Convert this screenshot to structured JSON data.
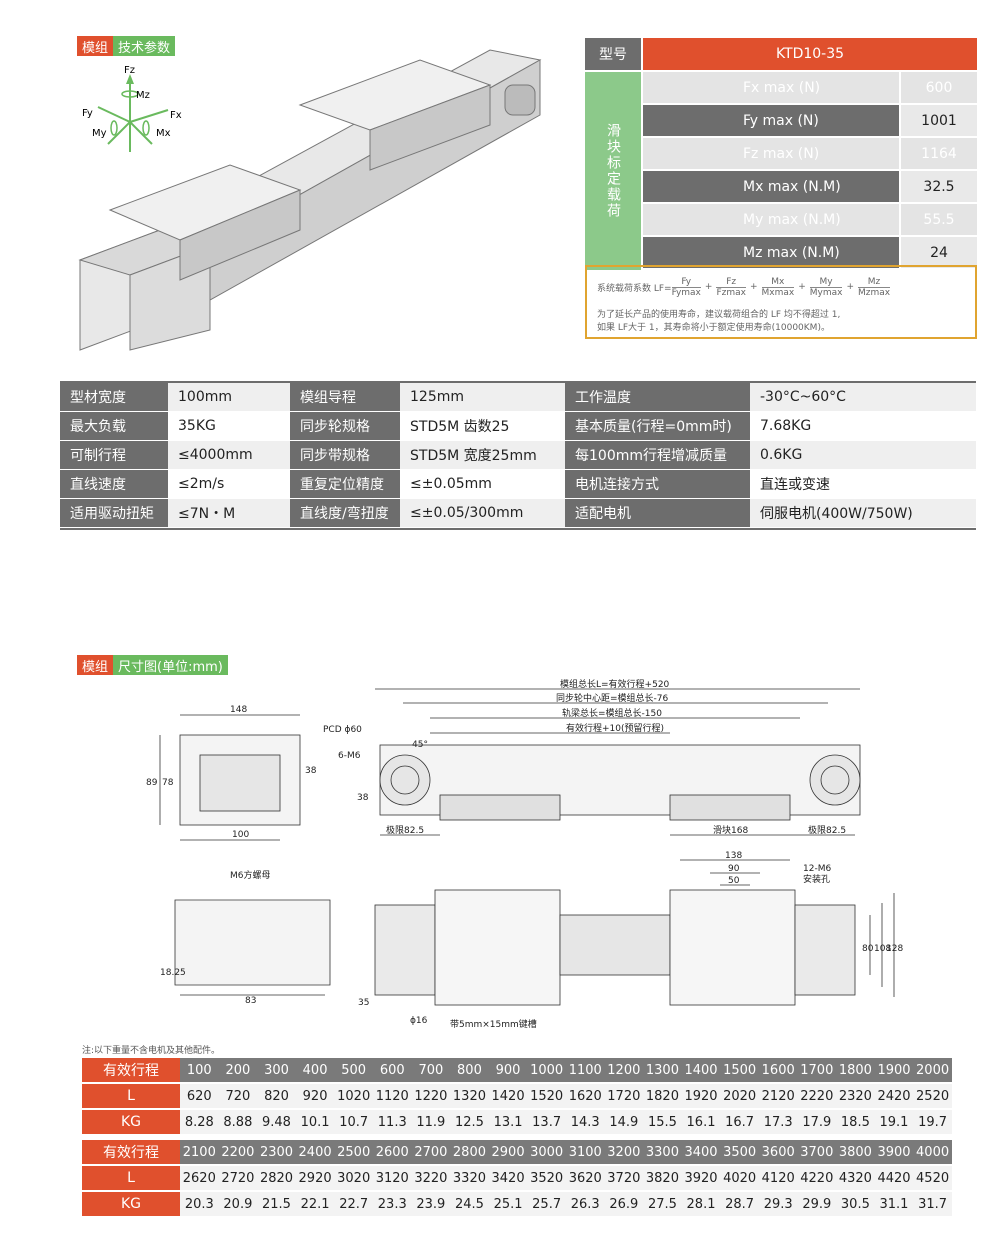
{
  "tag1": {
    "a": "模组",
    "b": "技术参数"
  },
  "tag2": {
    "a": "模组",
    "b": "尺寸图(单位:mm)"
  },
  "axes": {
    "fz": "Fz",
    "mz": "Mz",
    "fy": "Fy",
    "fx": "Fx",
    "my": "My",
    "mx": "Mx"
  },
  "load": {
    "model_label": "型号",
    "model": "KTD10-35",
    "side": "滑块标定载荷",
    "rows": [
      {
        "p": "Fx max (N)",
        "v": "600"
      },
      {
        "p": "Fy max (N)",
        "v": "1001"
      },
      {
        "p": "Fz max (N)",
        "v": "1164"
      },
      {
        "p": "Mx max (N.M)",
        "v": "32.5"
      },
      {
        "p": "My max (N.M)",
        "v": "55.5"
      },
      {
        "p": "Mz max (N.M)",
        "v": "24"
      }
    ]
  },
  "formula": {
    "label": "系统载荷系数 LF=",
    "terms": [
      [
        "Fy",
        "Fymax"
      ],
      [
        "Fz",
        "Fzmax"
      ],
      [
        "Mx",
        "Mxmax"
      ],
      [
        "My",
        "Mymax"
      ],
      [
        "Mz",
        "Mzmax"
      ]
    ],
    "note1": "为了延长产品的使用寿命，建议载荷组合的 LF 均不得超过 1,",
    "note2": "如果 LF大于 1，其寿命将小于额定使用寿命(10000KM)。"
  },
  "spec": [
    [
      "型材宽度",
      "100mm",
      "模组导程",
      "125mm",
      "工作温度",
      "-30°C~60°C"
    ],
    [
      "最大负载",
      "35KG",
      "同步轮规格",
      "STD5M 齿数25",
      "基本质量(行程=0mm时)",
      "7.68KG"
    ],
    [
      "可制行程",
      "≤4000mm",
      "同步带规格",
      "STD5M 宽度25mm",
      "每100mm行程增减质量",
      "0.6KG"
    ],
    [
      "直线速度",
      "≤2m/s",
      "重复定位精度",
      "≤±0.05mm",
      "电机连接方式",
      "直连或变速"
    ],
    [
      "适用驱动扭矩",
      "≤7N・M",
      "直线度/弯扭度",
      "≤±0.05/300mm",
      "适配电机",
      "伺服电机(400W/750W)"
    ]
  ],
  "dims": {
    "total": "模组总长L=有效行程+520",
    "pulley": "同步轮中心距=模组总长-76",
    "rail": "轨梁总长=模组总长-150",
    "stroke": "有效行程+10(预留行程)",
    "pcd": "PCD ϕ60",
    "m6": "6-M6",
    "deg": "45°",
    "d148": "148",
    "d89": "89",
    "d78": "78",
    "d38a": "38",
    "d100": "100",
    "d38b": "38",
    "lim1": "极限82.5",
    "slider": "滑块168",
    "lim2": "极限82.5",
    "nut": "M6方螺母",
    "d1825": "18.25",
    "d83": "83",
    "d138": "138",
    "d90": "90",
    "d50": "50",
    "holes": "12-M6",
    "holes2": "安装孔",
    "d80": "80",
    "d108": "108",
    "d128": "128",
    "d35": "35",
    "d16": "ϕ16",
    "key": "带5mm×15mm键槽"
  },
  "note": "注:以下重量不含电机及其他配件。",
  "table1": {
    "labels": [
      "有效行程",
      "L",
      "KG"
    ],
    "stroke": [
      "100",
      "200",
      "300",
      "400",
      "500",
      "600",
      "700",
      "800",
      "900",
      "1000",
      "1100",
      "1200",
      "1300",
      "1400",
      "1500",
      "1600",
      "1700",
      "1800",
      "1900",
      "2000"
    ],
    "L": [
      "620",
      "720",
      "820",
      "920",
      "1020",
      "1120",
      "1220",
      "1320",
      "1420",
      "1520",
      "1620",
      "1720",
      "1820",
      "1920",
      "2020",
      "2120",
      "2220",
      "2320",
      "2420",
      "2520"
    ],
    "KG": [
      "8.28",
      "8.88",
      "9.48",
      "10.1",
      "10.7",
      "11.3",
      "11.9",
      "12.5",
      "13.1",
      "13.7",
      "14.3",
      "14.9",
      "15.5",
      "16.1",
      "16.7",
      "17.3",
      "17.9",
      "18.5",
      "19.1",
      "19.7"
    ]
  },
  "table2": {
    "stroke": [
      "2100",
      "2200",
      "2300",
      "2400",
      "2500",
      "2600",
      "2700",
      "2800",
      "2900",
      "3000",
      "3100",
      "3200",
      "3300",
      "3400",
      "3500",
      "3600",
      "3700",
      "3800",
      "3900",
      "4000"
    ],
    "L": [
      "2620",
      "2720",
      "2820",
      "2920",
      "3020",
      "3120",
      "3220",
      "3320",
      "3420",
      "3520",
      "3620",
      "3720",
      "3820",
      "3920",
      "4020",
      "4120",
      "4220",
      "4320",
      "4420",
      "4520"
    ],
    "KG": [
      "20.3",
      "20.9",
      "21.5",
      "22.1",
      "22.7",
      "23.3",
      "23.9",
      "24.5",
      "25.1",
      "25.7",
      "26.3",
      "26.9",
      "27.5",
      "28.1",
      "28.7",
      "29.3",
      "29.9",
      "30.5",
      "31.1",
      "31.7"
    ]
  },
  "colors": {
    "orange": "#e0502d",
    "green": "#6aba5e",
    "gray": "#6d6d6d",
    "gold": "#e0a430"
  }
}
